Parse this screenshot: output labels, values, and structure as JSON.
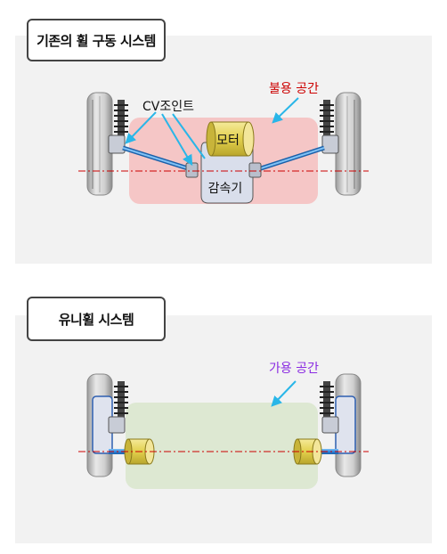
{
  "diagram": {
    "top": {
      "title": "기존의 휠 구동 시스템",
      "unused_space_label": "불용 공간",
      "cv_joint_label": "CV조인트",
      "motor_label": "모터",
      "reducer_label": "감속기"
    },
    "bottom": {
      "title": "유니휠 시스템",
      "usable_space_label": "가용 공간"
    }
  },
  "colors": {
    "unused_space": "#f5c6c6",
    "usable_space": "#dde8d2",
    "unused_text": "#cc0000",
    "usable_text": "#8a2be2",
    "axle": "#2e86de",
    "motor": "#e6d45c",
    "centerline": "#cc0000",
    "pointer": "#29b6e8"
  }
}
